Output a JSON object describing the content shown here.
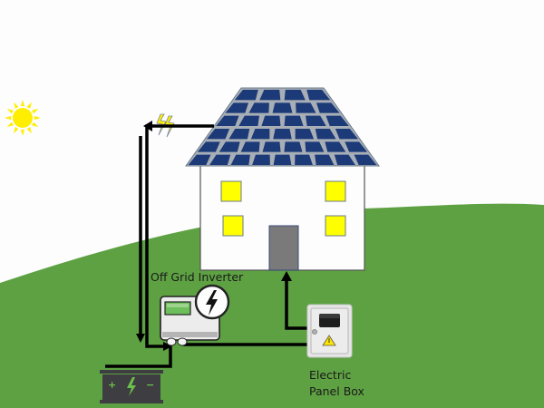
{
  "diagram": {
    "title": "Off-grid solar power system",
    "components": {
      "sun": {
        "name": "Sun"
      },
      "solar_roof": {
        "name": "Solar panel roof",
        "rows": [
          4,
          5,
          6,
          7,
          8,
          9
        ]
      },
      "house": {
        "name": "House",
        "windows": 4
      },
      "inverter": {
        "label": "Off Grid Inverter"
      },
      "battery": {
        "name": "Battery",
        "plus": "+",
        "minus": "−"
      },
      "panel_box": {
        "label_line1": "Electric",
        "label_line2": "Panel Box"
      }
    },
    "colors": {
      "sky": "#fdfdfe",
      "grass": "#5ea143",
      "panel": "#1c3a78",
      "roof": "#a8aeb6",
      "window": "#ffff00",
      "door": "#7a7a7a",
      "sun": "#ffee00",
      "wire": "#000000",
      "battery": "#3d3d42",
      "battery_symbol": "#6cc04a"
    }
  }
}
